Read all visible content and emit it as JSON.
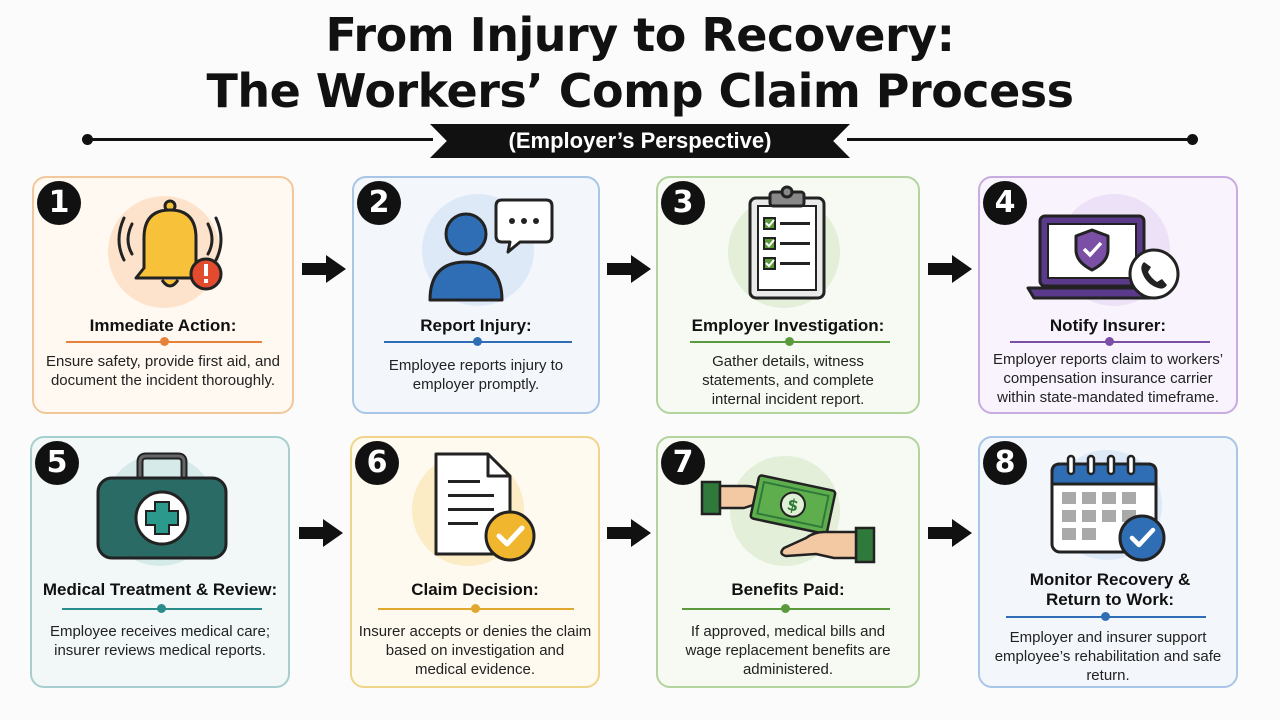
{
  "title": {
    "line1": "From Injury to Recovery:",
    "line2": "The Workers’ Comp Claim Process",
    "subtitle": "(Employer’s Perspective)"
  },
  "steps": [
    {
      "number": "1",
      "title": "Immediate Action:",
      "description": "Ensure safety, provide first aid, and document the incident thoroughly.",
      "icon": "alarm-bell-icon",
      "accent": "#e8823a"
    },
    {
      "number": "2",
      "title": "Report Injury:",
      "description": "Employee reports injury to employer promptly.",
      "icon": "person-speech-icon",
      "accent": "#2f6eb5"
    },
    {
      "number": "3",
      "title": "Employer Investigation:",
      "description": "Gather details, witness statements, and complete internal incident report.",
      "icon": "clipboard-checklist-icon",
      "accent": "#5a9a3c"
    },
    {
      "number": "4",
      "title": "Notify Insurer:",
      "description": "Employer reports claim to workers’ compensation insurance carrier within state-mandated timeframe.",
      "icon": "laptop-shield-phone-icon",
      "accent": "#7b4fa6"
    },
    {
      "number": "5",
      "title": "Medical Treatment & Review:",
      "description": "Employee receives medical care; insurer reviews medical reports.",
      "icon": "medical-kit-icon",
      "accent": "#2b8c8c"
    },
    {
      "number": "6",
      "title": "Claim Decision:",
      "description": "Insurer accepts or denies the claim based on investigation and medical evidence.",
      "icon": "document-check-icon",
      "accent": "#e0a82e"
    },
    {
      "number": "7",
      "title": "Benefits Paid:",
      "description": "If approved, medical bills and wage replacement benefits are administered.",
      "icon": "money-handoff-icon",
      "accent": "#5a9a3c"
    },
    {
      "number": "8",
      "title": "Monitor Recovery & Return to Work:",
      "description": "Employer and insurer support employee’s rehabilitation and safe return.",
      "icon": "calendar-check-icon",
      "accent": "#2f6eb5"
    }
  ]
}
